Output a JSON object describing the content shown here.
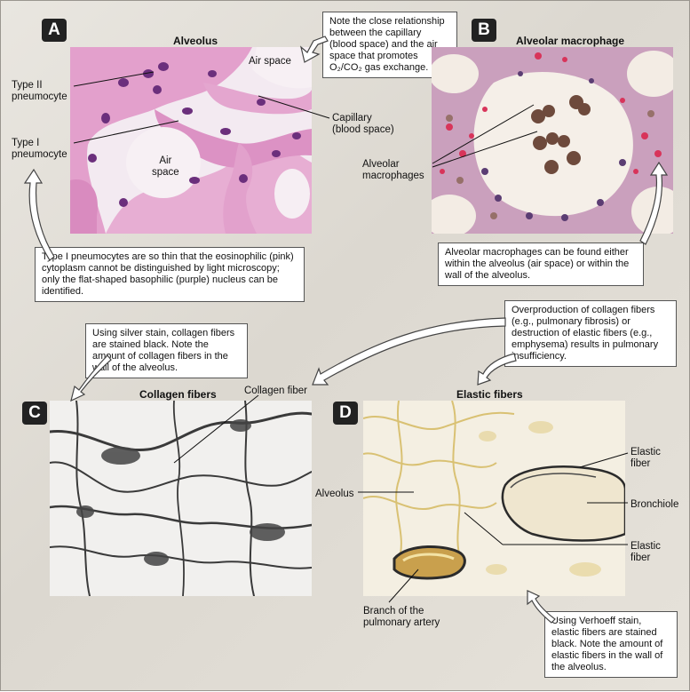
{
  "panels": {
    "a": {
      "letter": "A",
      "title": "Alveolus",
      "labels": {
        "type2": "Type II\npneumocyte",
        "type1": "Type I\npneumocyte",
        "air_space_top": "Air space",
        "air_space_center": "Air\nspace",
        "capillary": "Capillary\n(blood space)"
      },
      "note_top": "Note the close relationship between the capillary (blood space) and the air space that promotes O₂/CO₂ gas exchange.",
      "note_bottom": "Type I pneumocytes are so thin that the eosinophilic (pink) cytoplasm cannot be distinguished by light microscopy; only the flat-shaped basophilic (purple) nucleus can be identified."
    },
    "b": {
      "letter": "B",
      "title": "Alveolar macrophage",
      "labels": {
        "macrophages": "Alveolar\nmacrophages"
      },
      "note": "Alveolar macrophages can be found either within the alveolus (air space) or within the wall of the alveolus."
    },
    "c": {
      "letter": "C",
      "title": "Collagen fibers",
      "labels": {
        "collagen_fiber": "Collagen fiber"
      },
      "note": "Using silver stain, collagen fibers are stained black. Note the amount of collagen fibers in the wall of the alveolus."
    },
    "d": {
      "letter": "D",
      "title": "Elastic fibers",
      "labels": {
        "alveolus": "Alveolus",
        "elastic_fiber_1": "Elastic\nfiber",
        "bronchiole": "Bronchiole",
        "elastic_fiber_2": "Elastic\nfiber",
        "artery": "Branch of the\npulmonary artery"
      },
      "note": "Using Verhoeff stain, elastic fibers are stained black. Note the amount of elastic fibers in the wall of the alveolus."
    }
  },
  "center_note": "Overproduction of collagen fibers (e.g., pulmonary fibrosis) or destruction of elastic fibers (e.g., emphysema) results in pulmonary insufficiency.",
  "colors": {
    "he_pink": "#e7a6cf",
    "he_nucleus": "#6b2f7c",
    "silver_black": "#2a2a2a",
    "verhoeff_yellow": "#d8bf6c"
  }
}
